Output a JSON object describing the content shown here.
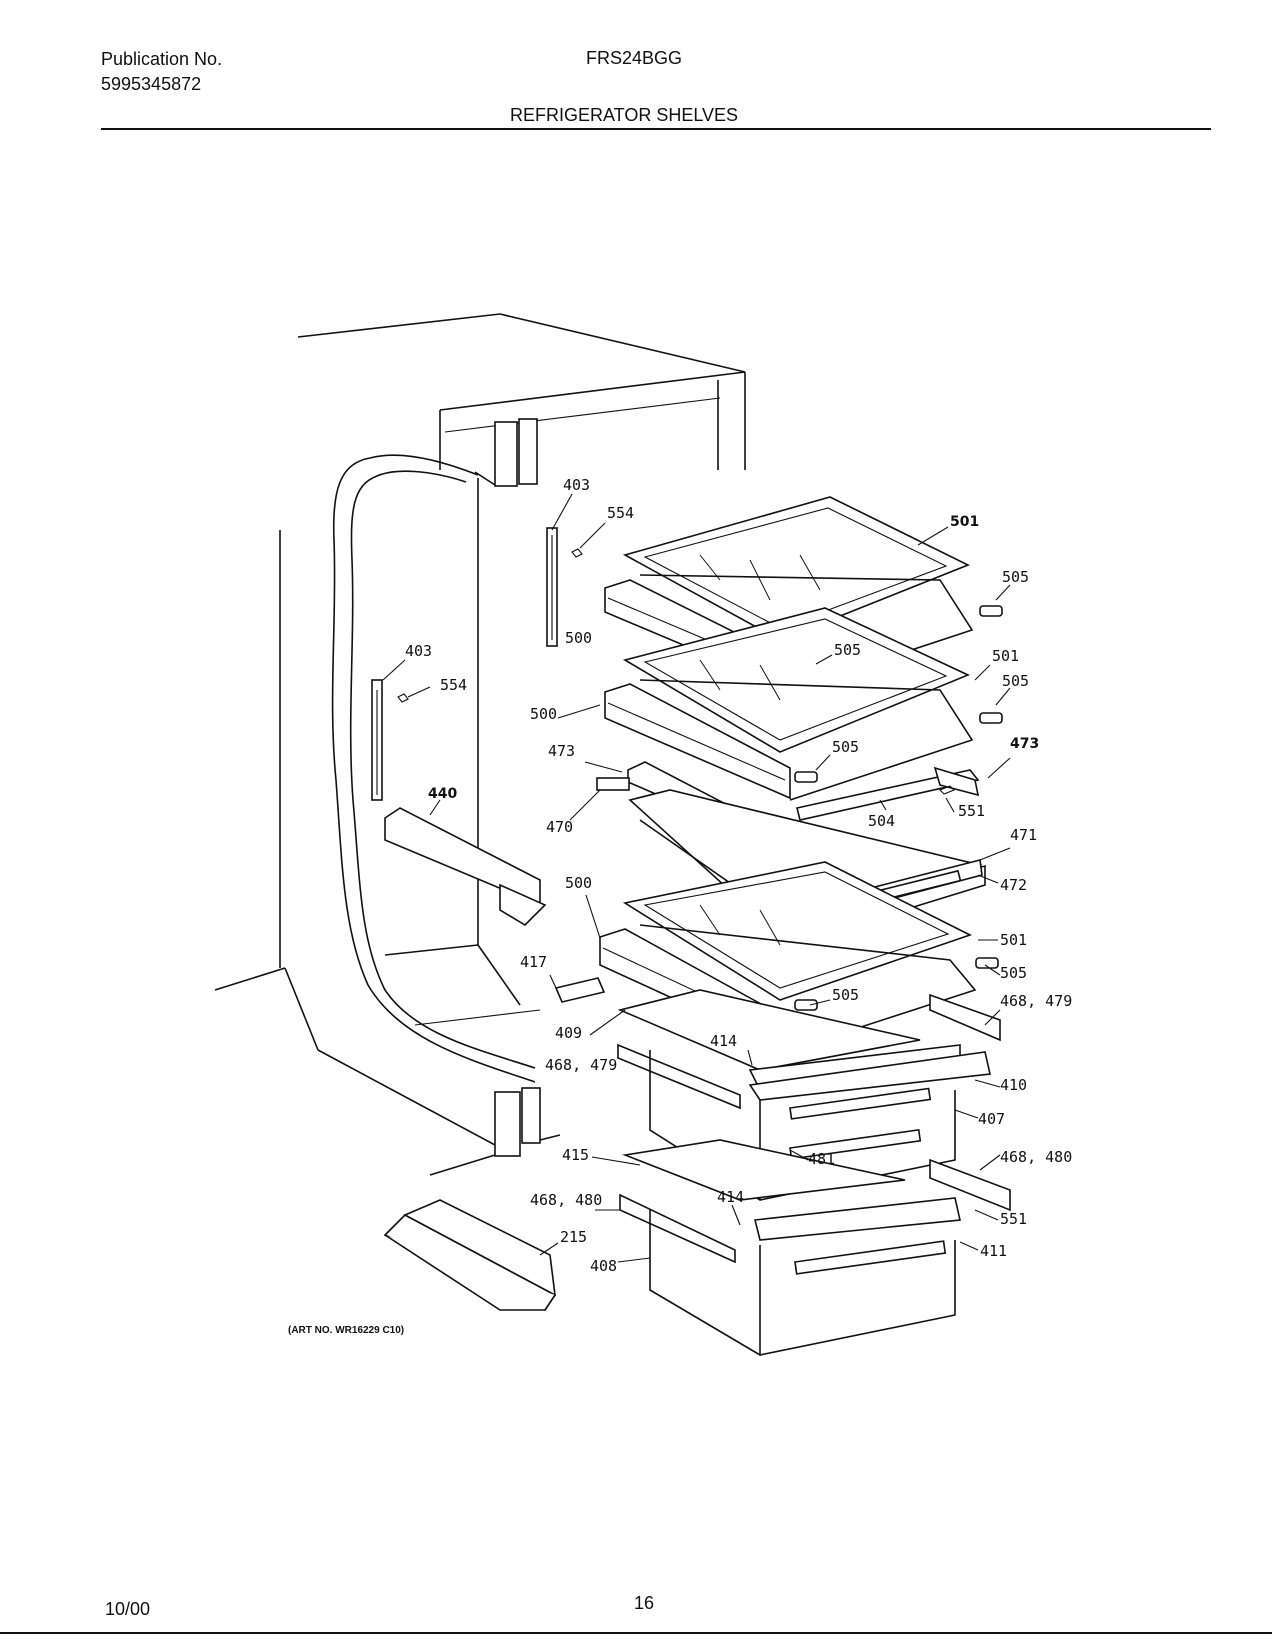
{
  "header": {
    "publication_label": "Publication No.",
    "publication_number": "5995345872",
    "model": "FRS24BGG",
    "section_title": "REFRIGERATOR SHELVES"
  },
  "footer": {
    "date": "10/00",
    "page": "16"
  },
  "art_number": "(ART NO. WR16229 C10)",
  "callouts": {
    "c403a": "403",
    "c554a": "554",
    "c500a": "500",
    "c501a": "501",
    "c505a": "505",
    "c505b": "505",
    "c403b": "403",
    "c554b": "554",
    "c501b": "501",
    "c505c": "505",
    "c500b": "500",
    "c505d": "505",
    "c473a": "473",
    "c473b": "473",
    "c440": "440",
    "c470": "470",
    "c504": "504",
    "c551a": "551",
    "c471": "471",
    "c472": "472",
    "c500c": "500",
    "c501c": "501",
    "c417": "417",
    "c505e": "505",
    "c505f": "505",
    "c468_479a": "468, 479",
    "c409": "409",
    "c414a": "414",
    "c468_479b": "468, 479",
    "c410": "410",
    "c407": "407",
    "c415": "415",
    "c481": "481",
    "c468_480a": "468, 480",
    "c468_480b": "468, 480",
    "c414b": "414",
    "c551b": "551",
    "c215": "215",
    "c411": "411",
    "c408": "408"
  }
}
